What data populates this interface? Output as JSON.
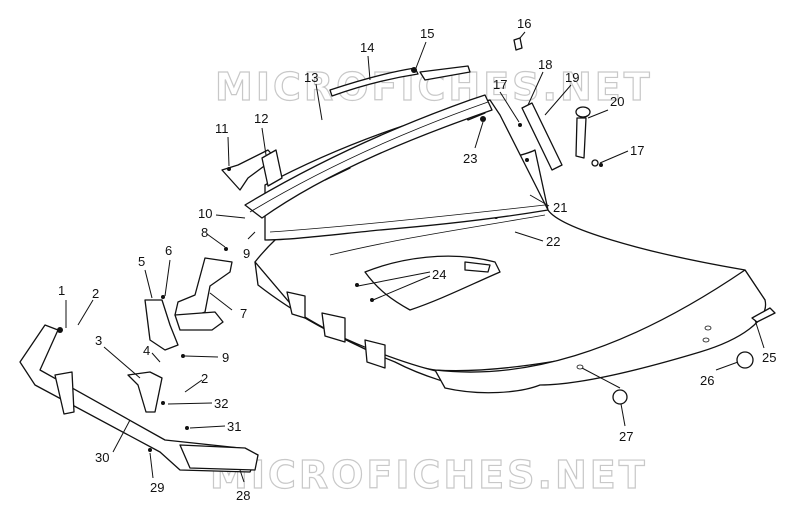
{
  "watermarks": [
    "MICROFICHES.NET",
    "MICROFICHES.NET"
  ],
  "callouts": {
    "c1": "1",
    "c2": "2",
    "c2b": "2",
    "c3": "3",
    "c4": "4",
    "c5": "5",
    "c6": "6",
    "c7": "7",
    "c8": "8",
    "c9": "9",
    "c9b": "9",
    "c10": "10",
    "c11": "11",
    "c12": "12",
    "c13": "13",
    "c14": "14",
    "c15": "15",
    "c16": "16",
    "c17": "17",
    "c17b": "17",
    "c18": "18",
    "c19": "19",
    "c20": "20",
    "c21": "21",
    "c22": "22",
    "c23": "23",
    "c24": "24",
    "c25": "25",
    "c26": "26",
    "c27": "27",
    "c28": "28",
    "c29": "29",
    "c30": "30",
    "c31": "31",
    "c32": "32"
  }
}
